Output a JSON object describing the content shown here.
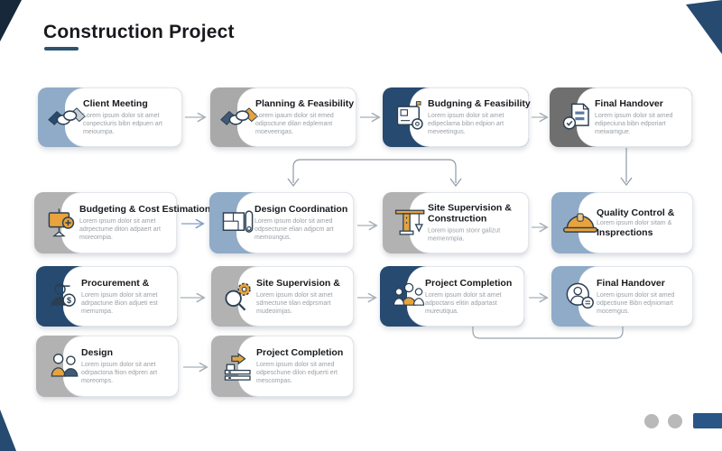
{
  "page": {
    "title": "Construction Project"
  },
  "theme": {
    "navy": "#264a70",
    "steel_blue": "#8fabc8",
    "gray": "#b2b2b2",
    "dark_gray": "#6f6f6f",
    "underline": "#2e5370",
    "arrow_gray": "#a7b0b8",
    "arrow_blue": "#7f9fc6",
    "accent_orange": "#e8a33d"
  },
  "cards": [
    {
      "title": "Client Meeting",
      "body": "Lorem ipsum dolor sit amet conpectiuris bibn edpuen art meioumpa.",
      "accent_color": "#8fabc8",
      "icon": "handshake"
    },
    {
      "title": "Planning & Feasibility",
      "body": "Lorem ipaum dolor sit emed odipsctune dilan edplemant moeveengas.",
      "accent_color": "#a9a9a9",
      "icon": "handshake"
    },
    {
      "title": "Budgning & Feasibility",
      "body": "Lorem ipsum dolor sit amet edipeclama bibn edpion art meveetingus.",
      "accent_color": "#264a70",
      "icon": "blueprint-board"
    },
    {
      "title": "Final Handover",
      "body": "Lorem ipsum dolor sit amed edipeciuna bibn edporiart meiwamgue.",
      "accent_color": "#6f6f6f",
      "icon": "documents-check"
    },
    {
      "title": "Budgeting & Cost Estimation",
      "body": "Lorem ipsum dolor sit amet adrpectume diton adpaert art moreompia.",
      "accent_color": "#b2b2b2",
      "icon": "cost-board"
    },
    {
      "title": "Design Coordination",
      "body": "Lorem ipsum dolor sit amed odpsectune elian adjpcm art memoungus.",
      "accent_color": "#8fabc8",
      "icon": "floorplan"
    },
    {
      "title": "Site Supervision & Construction",
      "body": "Lorem ipsum stonr galizut memenmpia.",
      "accent_color": "#b2b2b2",
      "icon": "crane"
    },
    {
      "title": "Quality Control &",
      "body": "Lorem ipsum dolor sitam &",
      "title2": "Insprections",
      "accent_color": "#8fabc8",
      "icon": "hardhat"
    },
    {
      "title": "Procurement &",
      "body": "Lorem ipsum dolor sit amet adrpactune Bion adjueti est memumpa.",
      "accent_color": "#264a70",
      "icon": "procurement-person"
    },
    {
      "title": "Site Supervision &",
      "body": "Lorem ipsum dolor sit amet sdmectune tilan edprsmart mudeoimjas.",
      "accent_color": "#b2b2b2",
      "icon": "search-gear"
    },
    {
      "title": "Project Completion",
      "body": "Lorem ipsum dolor sit amet adpoctans elitin adpartast mureutiqua.",
      "accent_color": "#264a70",
      "icon": "workers"
    },
    {
      "title": "Final Handover",
      "body": "Lorem ipsum dolor sit amed odpectiune Bibn edjniomart mocemgus.",
      "accent_color": "#8fabc8",
      "icon": "person-badge"
    },
    {
      "title": "Design",
      "body": "Lorem ipsum dolor sit anet odrpactona ftion edpren art moreomps.",
      "accent_color": "#b2b2b2",
      "icon": "team"
    },
    {
      "title": "Project Completion",
      "body": "Lorem ipsum dolor sit amed odpeschune dilon edjuerti ert mescompas.",
      "accent_color": "#b2b2b2",
      "icon": "pallet-truck"
    }
  ],
  "pagination": {
    "dots": [
      "inactive",
      "inactive",
      "active"
    ]
  }
}
